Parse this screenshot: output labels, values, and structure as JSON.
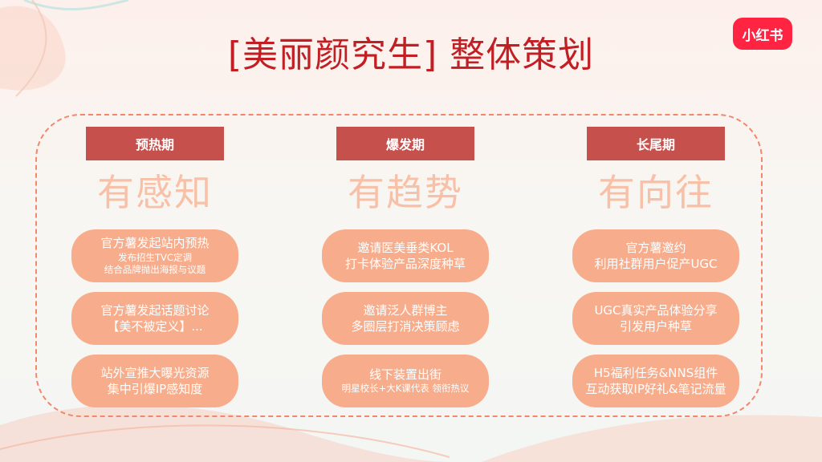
{
  "page": {
    "title": "[美丽颜究生] 整体策划",
    "logo_text": "小红书"
  },
  "phases": [
    {
      "label": "预热期",
      "slogan": "有感知",
      "cards": [
        {
          "lines": [
            {
              "text": "官方薯发起站内预热",
              "size": "big"
            },
            {
              "text": "发布招生TVC定调",
              "size": "small"
            },
            {
              "text": "结合品牌抛出海报与议题",
              "size": "small"
            }
          ]
        },
        {
          "lines": [
            {
              "text": "官方薯发起话题讨论",
              "size": "big"
            },
            {
              "text": "【美不被定义】...",
              "size": "big"
            }
          ]
        },
        {
          "lines": [
            {
              "text": "站外宣推大曝光资源",
              "size": "big"
            },
            {
              "text": "集中引爆IP感知度",
              "size": "big"
            }
          ]
        }
      ]
    },
    {
      "label": "爆发期",
      "slogan": "有趋势",
      "cards": [
        {
          "lines": [
            {
              "text": "邀请医美垂类KOL",
              "size": "big"
            },
            {
              "text": "打卡体验产品深度种草",
              "size": "big"
            }
          ]
        },
        {
          "lines": [
            {
              "text": "邀请泛人群博主",
              "size": "big"
            },
            {
              "text": "多圈层打消决策顾虑",
              "size": "big"
            }
          ]
        },
        {
          "lines": [
            {
              "text": "线下装置出街",
              "size": "big"
            },
            {
              "text": "明星校长+大K课代表 领衔热议",
              "size": "small"
            }
          ]
        }
      ]
    },
    {
      "label": "长尾期",
      "slogan": "有向往",
      "cards": [
        {
          "lines": [
            {
              "text": "官方薯邀约",
              "size": "big"
            },
            {
              "text": "利用社群用户促产UGC",
              "size": "big"
            }
          ]
        },
        {
          "lines": [
            {
              "text": "UGC真实产品体验分享",
              "size": "big"
            },
            {
              "text": "引发用户种草",
              "size": "big"
            }
          ]
        },
        {
          "lines": [
            {
              "text": "H5福利任务&NNS组件",
              "size": "big"
            },
            {
              "text": "互动获取IP好礼&笔记流量",
              "size": "big"
            }
          ]
        }
      ]
    }
  ],
  "colors": {
    "title": "#c21f24",
    "logo_bg": "#ff2442",
    "phase_label_bg": "#c5504c",
    "slogan": "#f9c0a8",
    "card_bg": "#f7ad8c",
    "frame_border": "#f2876c"
  },
  "icons": [
    "xiaohongshu-logo"
  ]
}
